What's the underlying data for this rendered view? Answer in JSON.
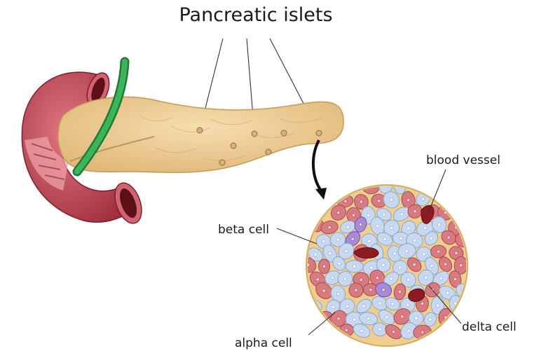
{
  "title": "Pancreatic islets",
  "labels": {
    "blood_vessel": "blood vessel",
    "beta_cell": "beta cell",
    "alpha_cell": "alpha cell",
    "delta_cell": "delta cell"
  },
  "colors": {
    "duodenum": "#b8404e",
    "duodenum_light": "#e58a93",
    "pancreas": "#edcf98",
    "pancreas_dark": "#d4ad6a",
    "duct": "#2f9e44",
    "islet_bg": "#f1cf8a",
    "beta_cell": "#c7d8f0",
    "alpha_cell": "#d97a80",
    "delta_cell": "#a88ad8",
    "blood_vessel": "#8e1b22"
  }
}
